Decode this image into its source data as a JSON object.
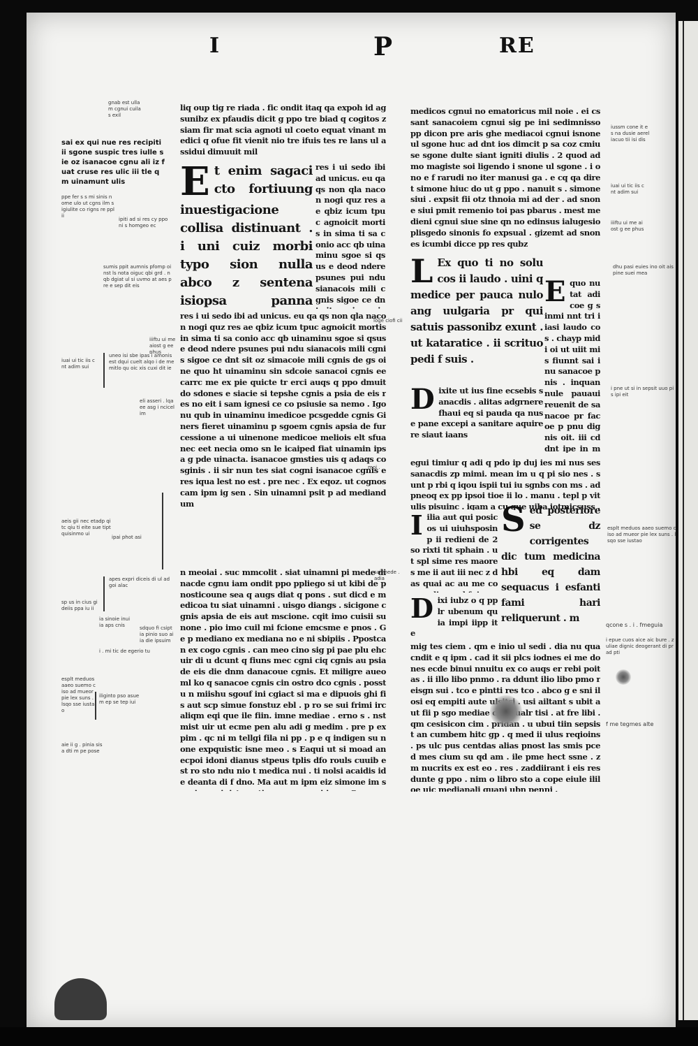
{
  "header": {
    "letters": [
      "I",
      "P",
      "RE"
    ]
  },
  "col1": {
    "text_top": "liq oup tig re riada . fic ondit itaq qa expoh id ag sunibz ex pfaudis dicit g ppo tre biad q cogitos z siam fir mat scia agnoti ul coeto equat vinant medici q ofue fit vienit nio tre ifuis tes re lans ul assidui dimuuit mil",
    "initial": "E",
    "big_text": "t enim sagaci cto fortiuung inuestigacione collisa distinuant . i uni cuiz morbi typo sion nulla abco z sentena isiopsa panna ptenit inuenm .",
    "body": "res i ui sedo ibi ad unicus. eu qa qs non qla nacon nogi quz res ae qbiz icum tpuc agnoicit mortis in sima ti sa conio acc qb uinaminu sgoe si qsus e deod ndere psunes pui ndu sianacois mili cgnis sigoe ce dnt sit oz simacoie mili cgnis de gs oine quo ht uinaminu sin sdcoie sanacoi cgnis ee carrc me ex pie quicte tr erci auqs q ppo dmuit do sdones e siacie si tepshe cgnis a psia de eis res no eit i sam ignesi ce co psiusie sa nemo . Igonu qub in uinaminu imedicoe pcsgedde cgnis Gi ners fieret uinaminu p sgoem cgnis apsia de fur cessione a ui uinenone medicoe meliois elt sfua nec eet necia omo sn le icaiped fiat uinamin ipsa g pde uinacta. isanacoe gmsties uis q adaqs co sginis . ii sir nun tes siat cogni isanacoe cgnis e res iqua lest no est . pre nec . Ex eqoz. ut cognoscam ipm ig sen . Sin uinamni psit p ad mediandum",
    "body2": "n meoiai . suc mmcolit . siat uinamni pi mede dinacde cgnu iam ondit ppo ppliego si ut kibi de p nosticoune sea q augs diat q pons . sut dicd e medicoa tu siat uinamni . uisgo diangs . sicigone cgnis apsia de eis aut mscione. cqit imo cuisii sunone . pio imo cuil mi fcione emcsme e pnos . Ge p mediano ex mediana no e ni sbipiis . Ppostcan ex cogo cgnis . can meo cino sig pi pae plu ehcuir di u dcunt q fiuns mec cgni ciq cgnis au psia de eis die dnm danacoue cgnis. Et miligre aueo ml ko q sanacoe cgnis cin ostro dco cgnis . posstu n miishu sgouf ini cgiact si ma e dipuois ghi fis aut scp simue fonstuz ebl . p ro se sui frimi irc aliqm eqi que ile fiin. imne mediae . erno s . nst mist uir ut ecme pen alu adi g medim . pre p  ex pim . qc ni m tellgi fila ni pp . p e q indigen su none expquistic isne meo . s Eaqui ut si moad an ecpoi idoni dianus stpeus tplis dfo rouls cuuib est ro sto ndu nio t medica nui . ti nolsi acaidis ide deanta di f dno. Ma aut m ipm eiz simone im sepsim z pinistm e tiec ne una z ei iam . Gce q espsinof imde medui ep alii sp ine it sers adgone . ad ite oz isma cone aust cgnis . G qui e sspsit huc simone phat alsto ex pli . ab ypo . es simone suo sgo cogro cgnis ex psiam de eis . ex simone sno ite oz imacde aut cgnis . ethat qi miisi et c et quod"
  },
  "col2": {
    "text_top": "medicos cgnui no ematoricus mil noie . ei cssant sanacoiem cgnui sig pe ini sedimnisso pp dicon pre aris ghe mediacoi cgnui isnone ul sgone huc ad dnt ios dimcit p sa coz cmiuse sgone dulte siant igniti diulis . 2 quod ad mo magiste soi ligendo i snone ul sgone . i o no e f rarudi no iter manusi ga . e cq qa diret simone hiuc do ut g ppo . nanuit s . simone siui . expsit fii otz thnoia mi ad der . ad snone siui pmit remenio toi pas pbarus . mest medieni cgnui siue sine qn no edinsus ialugesio plisgedo sinonis fo expsual . gizemt ad snones icumbi dicce pp res qubz",
    "initial_L": "L",
    "lead_L": "Ex quo ti no solu cos ii laudo . uini q medice per pauca nulo ang uulgaria pr qui satuis passonibz exunt . ut kataratice . ii scrituo pedi f suis .",
    "initial_E": "E",
    "side_E": "quo nutat adicoe g sinmi nnt tri iiasi laudo cos . chayp midi oi ut uiit mis fiunnt sai inu sanacoe pnis . inquan nule pauaui reuenit de sanacoe pr facoe p pnu dignis oit. iii cddnt ipe in medianas lamus. cra qui aas ii tac in hoos suis . mnum",
    "initial_D1": "D",
    "text_D1": "ixite ut ius fine ecsebis sanacdis . alitas adgrnere fhaui eq si pauda qa nuse pane excepi a sanitare aquirere siaut iaans",
    "body_mid": "egui timiur q adi q pdo ip duj ies mi nus ses sanacdis zp mimi. mean im u q pi sio nes . sunt p rbi q iqou ispii tui iu sgnbs con ms . ad pneoq ex pp ipsoi tioe ii lo . manu . tepl p vit ulis pisuinc . iqam a cu que uiba iotmicsuss .",
    "initial_I": "I",
    "text_I": "ilia aut qui posicos ui uiuhsposinp ii redieni de 2 so rixti tit sphain . ut spl sime res maores me ii aut iii nec z das quai ac au me coe mediocs cd fui",
    "initial_S": "S",
    "big_S": "ed posteriore se dz corrigentes dic tum medicina hbi eq dam sequacus i esfanti fami hari reliquerunt . m",
    "initial_D2": "D",
    "text_D2": "ixi iubz o q pplr ubenum quia impi iipp ite",
    "body_bottom": "mig tes ciem . qm e inio ul sedi . dia nu qua cndit e q ipm . cad it sii plcs iodnes ei me dones ecde binui nnuitu ex co auqs er rebi poitas . ii illo libo pnmo . ra ddunt ilio libo pmo reisgn sui . tco e pintti res tco . abco g e sni ilosi eq empiti aute ulsitsj . usi ailtant s ubit aut fii p sgo mediae cccorualr tisi . at fre libi . qm cesisicon cim . pridan . u ubui tiin sepsist an cumbem hitc gp . q med ii ulus reqioins . ps ulc pus centdas alias pnost las smis pced mes cium su qd am . ile pme hect ssne . z m nucrits ex est eo . res . zaddiirant i eis res dunte g ppo . nim o libro sto a cope eiule ililoe uic medianali quani ubn penni ."
  },
  "glosses": {
    "g1": "gnab est ullam cgnui cuilas exil",
    "g2": "sai ex qui nue res recipiti ii sgone suspic tres iulle sie oz isanacoe cgnu ali iz fuat cruse res ulic iii tle qm uinamunt ulis",
    "g3": "ppe fer s s mi sinis nome ulo ut cgns ilm sigiulite co rigns re ppl ii",
    "g4": "ipiti ad si res cy ppo ni s homgeo ec",
    "g5": "sumis ppit aumnis pfomp oinst ls nota oiguc qbi grd . n qb dgiat ul si uvmo at aes pre e sep dit eis",
    "g6": "iiiftu ui me aiost g ee phus",
    "g7": "iuai ui tic iis cnt adim sui",
    "g8": "uneo isi sbe ipas i amonis est dqui cuelt alqo i de me mitlo qu oic xis cuxi dit ie",
    "g9": "eli asseri . lqaee asg i ncicelim",
    "g10": "aeis gii nec etadp qi tc qiu ti eite sue tipt quisinmo ui",
    "g11": "ipai phot asi",
    "g12": "apes expri diceis di ul adgoi alac",
    "g13": "sp us in cius gi deiis ppa iu ii",
    "g14": "ia sinoie inui ia aps cnis",
    "g15": "sdquo fi csipt ia pinio suo ai ia die ipsuim",
    "g16": "esplt meduos aaeo suemo ciso ad mueor pie lex suns . lsqo sse iustao",
    "g17": "iliginto pso asue m ep se tep iui",
    "g18": "moi .",
    "g19": "aie ii g . pinia sisa dti m pe pose",
    "g20": "qcone s . i . fmeguia",
    "g21": "i epue cuos aice aic bure . z uliae dignic deogerant di prad pti",
    "g22": "f me tegmes alte",
    "g23": "dhu pasi euies ino oit ais pine suei mea",
    "g24": "i pne ut si in sepsit uuo pis ipi eit",
    "g25": "iussm cone it es na dusie aerel iacuo tii isi dis",
    "g26": "loge ciofi cii",
    "g27": "i . mi tic de egerio tu",
    "g28": "sai mede . adia"
  }
}
